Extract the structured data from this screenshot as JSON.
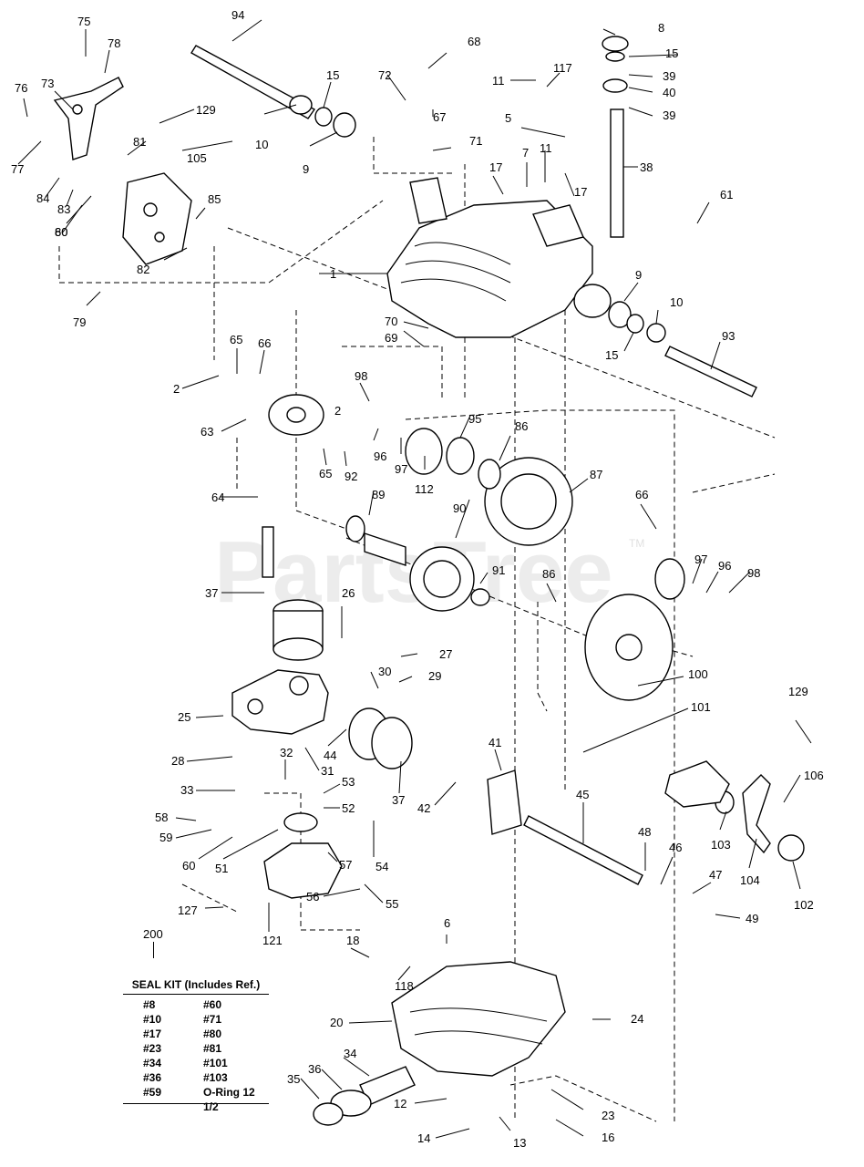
{
  "watermark": {
    "text": "PartsTree",
    "tm": "TM"
  },
  "part_labels": [
    "1",
    "2",
    "2",
    "5",
    "6",
    "7",
    "8",
    "9",
    "9",
    "10",
    "10",
    "11",
    "11",
    "12",
    "13",
    "14",
    "15",
    "15",
    "15",
    "16",
    "17",
    "17",
    "18",
    "20",
    "23",
    "24",
    "25",
    "26",
    "27",
    "28",
    "29",
    "30",
    "31",
    "32",
    "33",
    "34",
    "35",
    "36",
    "37",
    "37",
    "38",
    "39",
    "39",
    "40",
    "41",
    "42",
    "44",
    "45",
    "46",
    "47",
    "48",
    "49",
    "51",
    "52",
    "53",
    "54",
    "55",
    "56",
    "57",
    "58",
    "59",
    "60",
    "60",
    "61",
    "63",
    "64",
    "65",
    "65",
    "66",
    "66",
    "67",
    "68",
    "69",
    "70",
    "71",
    "72",
    "73",
    "75",
    "76",
    "77",
    "78",
    "79",
    "80",
    "81",
    "82",
    "83",
    "84",
    "85",
    "86",
    "86",
    "87",
    "89",
    "90",
    "91",
    "92",
    "93",
    "94",
    "95",
    "96",
    "96",
    "97",
    "97",
    "98",
    "98",
    "100",
    "101",
    "102",
    "103",
    "104",
    "105",
    "106",
    "112",
    "117",
    "118",
    "121",
    "127",
    "129",
    "129"
  ],
  "seal_kit": {
    "number": "200",
    "title": "SEAL KIT (Includes Ref.)",
    "rows": [
      [
        "#8",
        "#60"
      ],
      [
        "#10",
        "#71"
      ],
      [
        "#17",
        "#80"
      ],
      [
        "#23",
        "#81"
      ],
      [
        "#34",
        "#101"
      ],
      [
        "#36",
        "#103"
      ],
      [
        "#59",
        "O-Ring 12 1/2"
      ]
    ]
  }
}
